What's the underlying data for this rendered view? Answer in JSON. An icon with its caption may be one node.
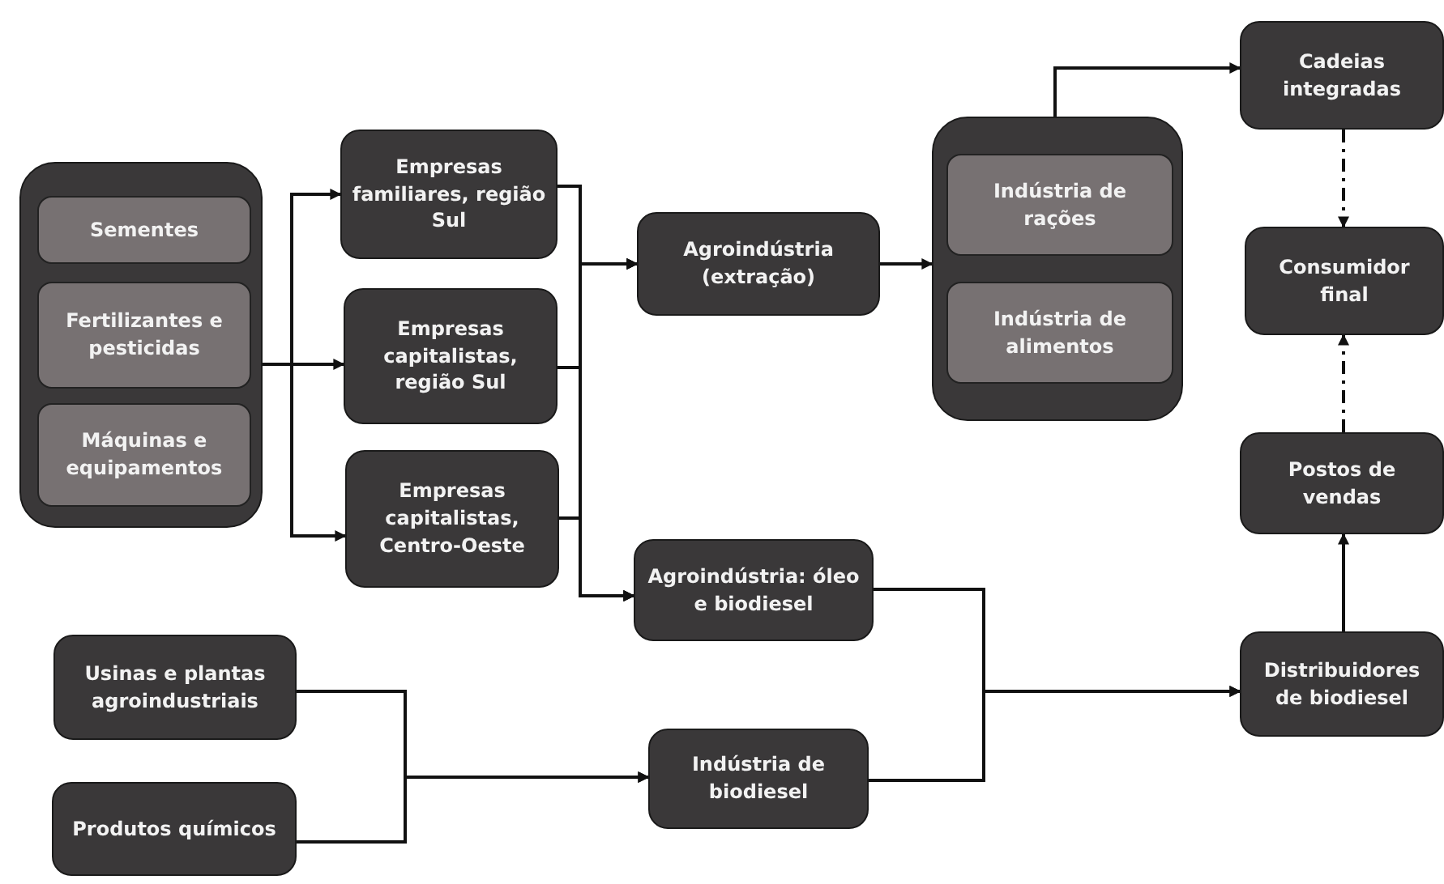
{
  "diagram": {
    "nodes": [
      {
        "text": [],
        "shape": "box"
      },
      {
        "text": [
          "Sementes"
        ],
        "in": 0
      },
      {
        "text": [
          "Fertilizantes e pesticidas"
        ],
        "in": 0
      },
      {
        "text": [
          "Máquinas e equipamentos"
        ],
        "in": 0
      },
      {
        "text": [
          "Empresas familiares, região Sul"
        ]
      },
      {
        "text": [
          "Empresas capitalistas, região Sul"
        ]
      },
      {
        "text": [
          "Empresas capitalistas, Centro-Oeste"
        ]
      },
      {
        "text": [
          "Agroindústria (extração)"
        ]
      },
      {
        "text": [],
        "shape": "box"
      },
      {
        "text": [
          "Indústria de rações"
        ],
        "in": 8
      },
      {
        "text": [
          "Indústria de alimentos"
        ],
        "in": 8
      },
      {
        "text": [
          "Cadeias integradas"
        ]
      },
      {
        "text": [
          "Consumidor final"
        ]
      },
      {
        "text": [
          "Postos de vendas"
        ]
      },
      {
        "text": [
          "Agroindústria: óleo e biodiesel"
        ]
      },
      {
        "text": [
          "Usinas e plantas agroindustriais"
        ]
      },
      {
        "text": [
          "Produtos químicos"
        ]
      },
      {
        "text": [
          "Indústria de biodiesel"
        ]
      },
      {
        "text": [
          "Distribuidores de biodiesel"
        ]
      }
    ],
    "edges": [
      {
        "from": 0,
        "to": 4,
        "arrow": "to"
      },
      {
        "from": 0,
        "to": 5,
        "arrow": "to"
      },
      {
        "from": 0,
        "to": 6,
        "arrow": "to"
      },
      {
        "from": 4,
        "to": 7,
        "arrow": "to"
      },
      {
        "from": 5,
        "to": 7,
        "arrow": "to"
      },
      {
        "from": 6,
        "to": 7,
        "arrow": "to"
      },
      {
        "from": 4,
        "to": 14,
        "arrow": "to"
      },
      {
        "from": 5,
        "to": 14,
        "arrow": "to"
      },
      {
        "from": 6,
        "to": 14,
        "arrow": "to"
      },
      {
        "from": 7,
        "to": 8,
        "arrow": "to"
      },
      {
        "from": 8,
        "to": 11,
        "arrow": "to"
      },
      {
        "from": 11,
        "to": 12,
        "arrow": "to",
        "style": "dashed"
      },
      {
        "from": 13,
        "to": 12,
        "arrow": "to",
        "style": "dashed"
      },
      {
        "from": 18,
        "to": 13,
        "arrow": "to"
      },
      {
        "from": 14,
        "to": 18,
        "arrow": "to"
      },
      {
        "from": 17,
        "to": 18,
        "arrow": "to"
      },
      {
        "from": 15,
        "to": 17,
        "arrow": "to"
      },
      {
        "from": 16,
        "to": 17,
        "arrow": "to"
      }
    ]
  }
}
